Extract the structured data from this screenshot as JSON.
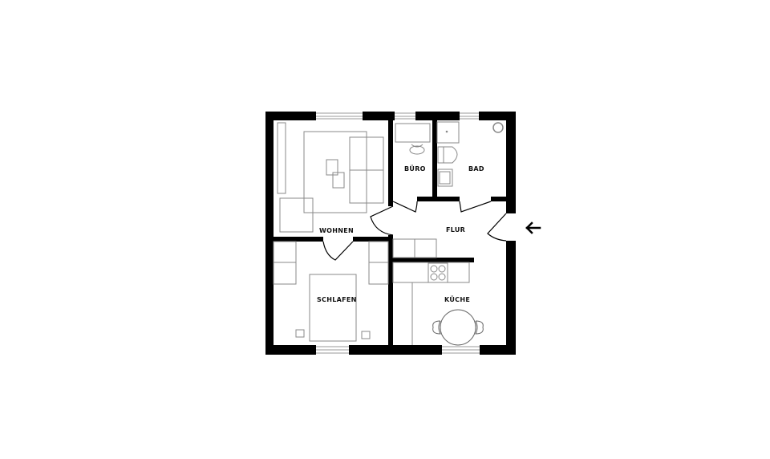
{
  "floorplan": {
    "rooms": {
      "wohnen": "WOHNEN",
      "buero": "BÜRO",
      "bad": "BAD",
      "flur": "FLUR",
      "schlafen": "SCHLAFEN",
      "kueche": "KÜCHE"
    },
    "entrance_icon": "arrow-left-icon",
    "colors": {
      "wall": "#000000",
      "furniture": "#888888",
      "background": "#ffffff"
    }
  }
}
